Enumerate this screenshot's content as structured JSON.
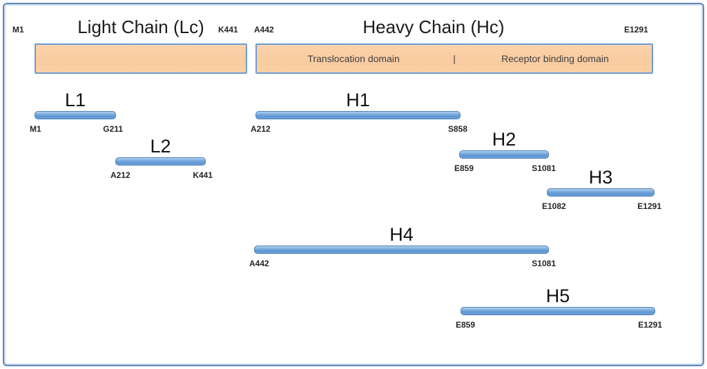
{
  "figure": {
    "light_chain": {
      "title": "Light Chain (Lc)",
      "start": "M1",
      "end": "K441"
    },
    "heavy_chain": {
      "title": "Heavy Chain (Hc)",
      "start": "A442",
      "end": "E1291",
      "translocation_domain": "Translocation domain",
      "separator": "|",
      "receptor_binding_domain": "Receptor binding domain"
    },
    "fragments": [
      {
        "id": "L1",
        "start": "M1",
        "end": "G211"
      },
      {
        "id": "L2",
        "start": "A212",
        "end": "K441"
      },
      {
        "id": "H1",
        "start": "A212",
        "end": "S858"
      },
      {
        "id": "H2",
        "start": "E859",
        "end": "S1081"
      },
      {
        "id": "H3",
        "start": "E1082",
        "end": "E1291"
      },
      {
        "id": "H4",
        "start": "A442",
        "end": "S1081"
      },
      {
        "id": "H5",
        "start": "E859",
        "end": "E1291"
      }
    ],
    "colors": {
      "chain_fill": "#F9CBA0",
      "chain_border": "#6C9BD2",
      "fragment_fill": "#6FA3DB",
      "fragment_border": "#4D80BA",
      "frame_border": "#6388BB"
    }
  }
}
